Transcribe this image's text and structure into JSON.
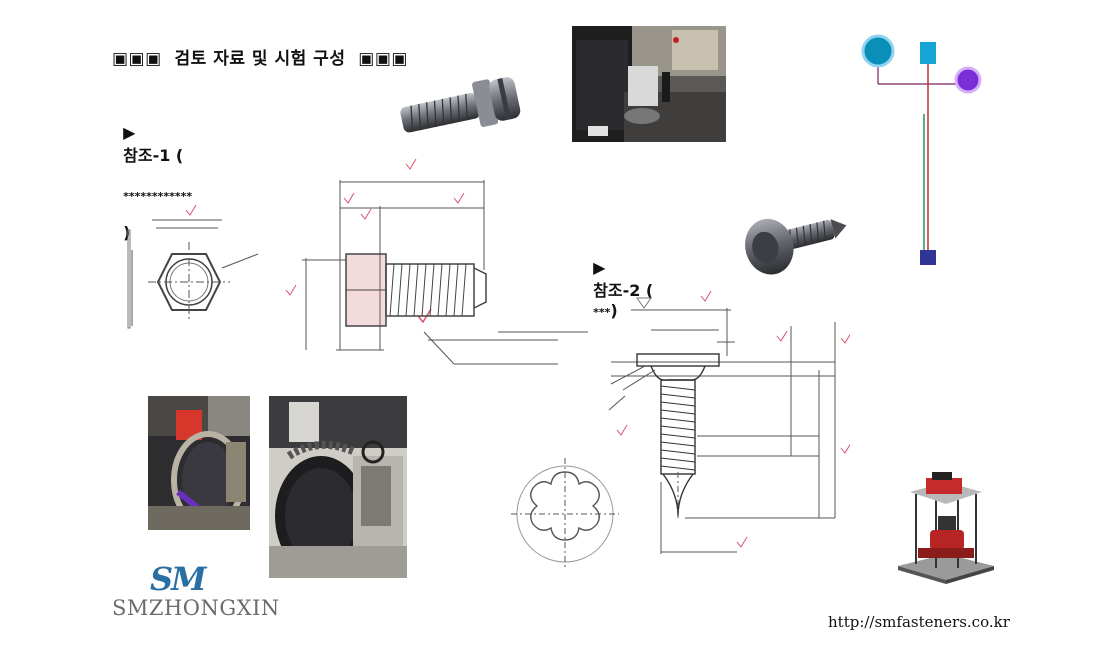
{
  "header": {
    "title": "▣▣▣  검토 자료 및 시험 구성  ▣▣▣"
  },
  "references": [
    {
      "marker": "▶",
      "label": "참조-1 (",
      "value": "************",
      "close": ")"
    },
    {
      "marker": "▶",
      "label": "참조-2 (",
      "value": "***",
      "close": ")"
    }
  ],
  "brand": {
    "logo_mark": "SM",
    "logo_text": "SMZHONGXIN"
  },
  "footer": {
    "url": "http://smfasteners.co.kr"
  },
  "colors": {
    "check_mark": "#d9536b",
    "circle_teal": "#0a8fb8",
    "circle_purple": "#7b2fd9",
    "square_navy": "#2e3596",
    "square_cyan": "#17a5d6",
    "line_red": "#c0202a",
    "line_green": "#1d8a4a",
    "logo_blue": "#2a6fa3"
  }
}
